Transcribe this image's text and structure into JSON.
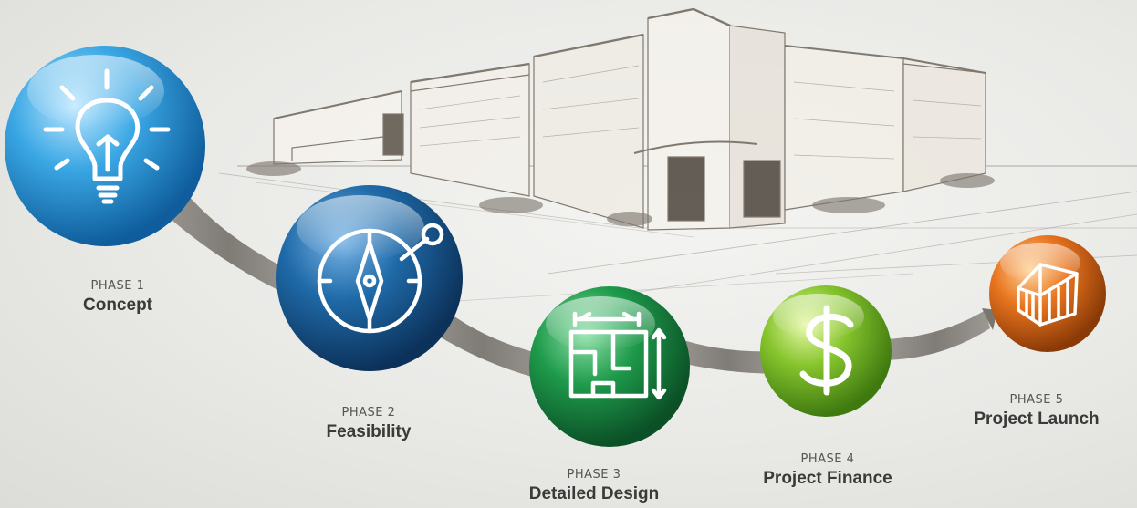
{
  "phases": [
    {
      "phase_label": "PHASE 1",
      "title": "Concept",
      "icon": "lightbulb-icon",
      "color": "#2f9fdc"
    },
    {
      "phase_label": "PHASE 2",
      "title": "Feasibility",
      "icon": "compass-icon",
      "color": "#1f6aa8"
    },
    {
      "phase_label": "PHASE 3",
      "title": "Detailed Design",
      "icon": "floor-plan-icon",
      "color": "#1c9a4a"
    },
    {
      "phase_label": "PHASE 4",
      "title": "Project Finance",
      "icon": "dollar-icon",
      "color": "#7cbf2a"
    },
    {
      "phase_label": "PHASE 5",
      "title": "Project Launch",
      "icon": "building-frame-icon",
      "color": "#e0701e"
    }
  ],
  "background": {
    "illustration": "building-sketch"
  }
}
